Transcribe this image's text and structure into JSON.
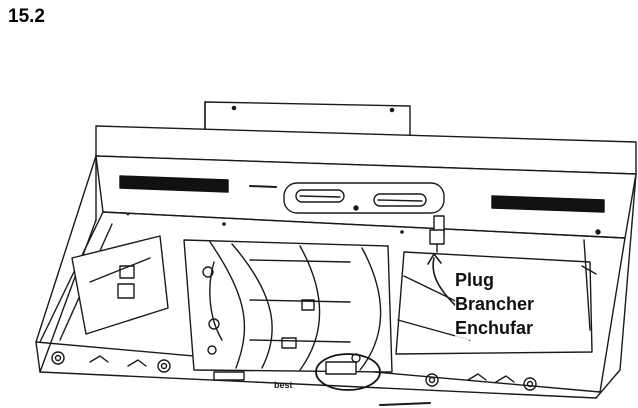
{
  "step_label": "15.2",
  "callout": {
    "line1": "Plug",
    "line2": "Brancher",
    "line3": "Enchufar"
  },
  "logo_text": "best",
  "colors": {
    "line": "#1a1a1a",
    "slot": "#111111",
    "background": "#ffffff"
  }
}
